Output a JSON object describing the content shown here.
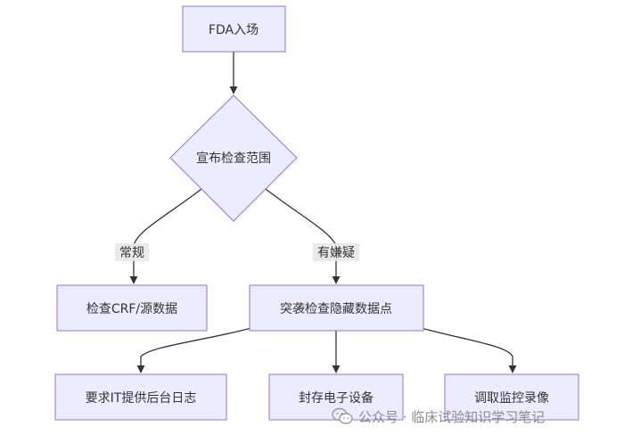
{
  "diagram": {
    "nodes": {
      "fda_entry": "FDA入场",
      "announce_scope": "宣布检查范围",
      "check_crf": "检查CRF/源数据",
      "surprise_check": "突袭检查隐藏数据点",
      "require_it_logs": "要求IT提供后台日志",
      "seal_devices": "封存电子设备",
      "retrieve_cctv": "调取监控录像"
    },
    "edges": {
      "routine": "常规",
      "suspicious": "有嫌疑"
    }
  },
  "watermark": {
    "text": "公众号 · 临床试验知识学习笔记",
    "icon": "wechat-icon"
  },
  "colors": {
    "node_fill": "#ECECFF",
    "node_stroke": "#9370DB",
    "edge": "#333333",
    "label_bg": "#E8E8E8",
    "watermark": "#8a8a8a"
  }
}
